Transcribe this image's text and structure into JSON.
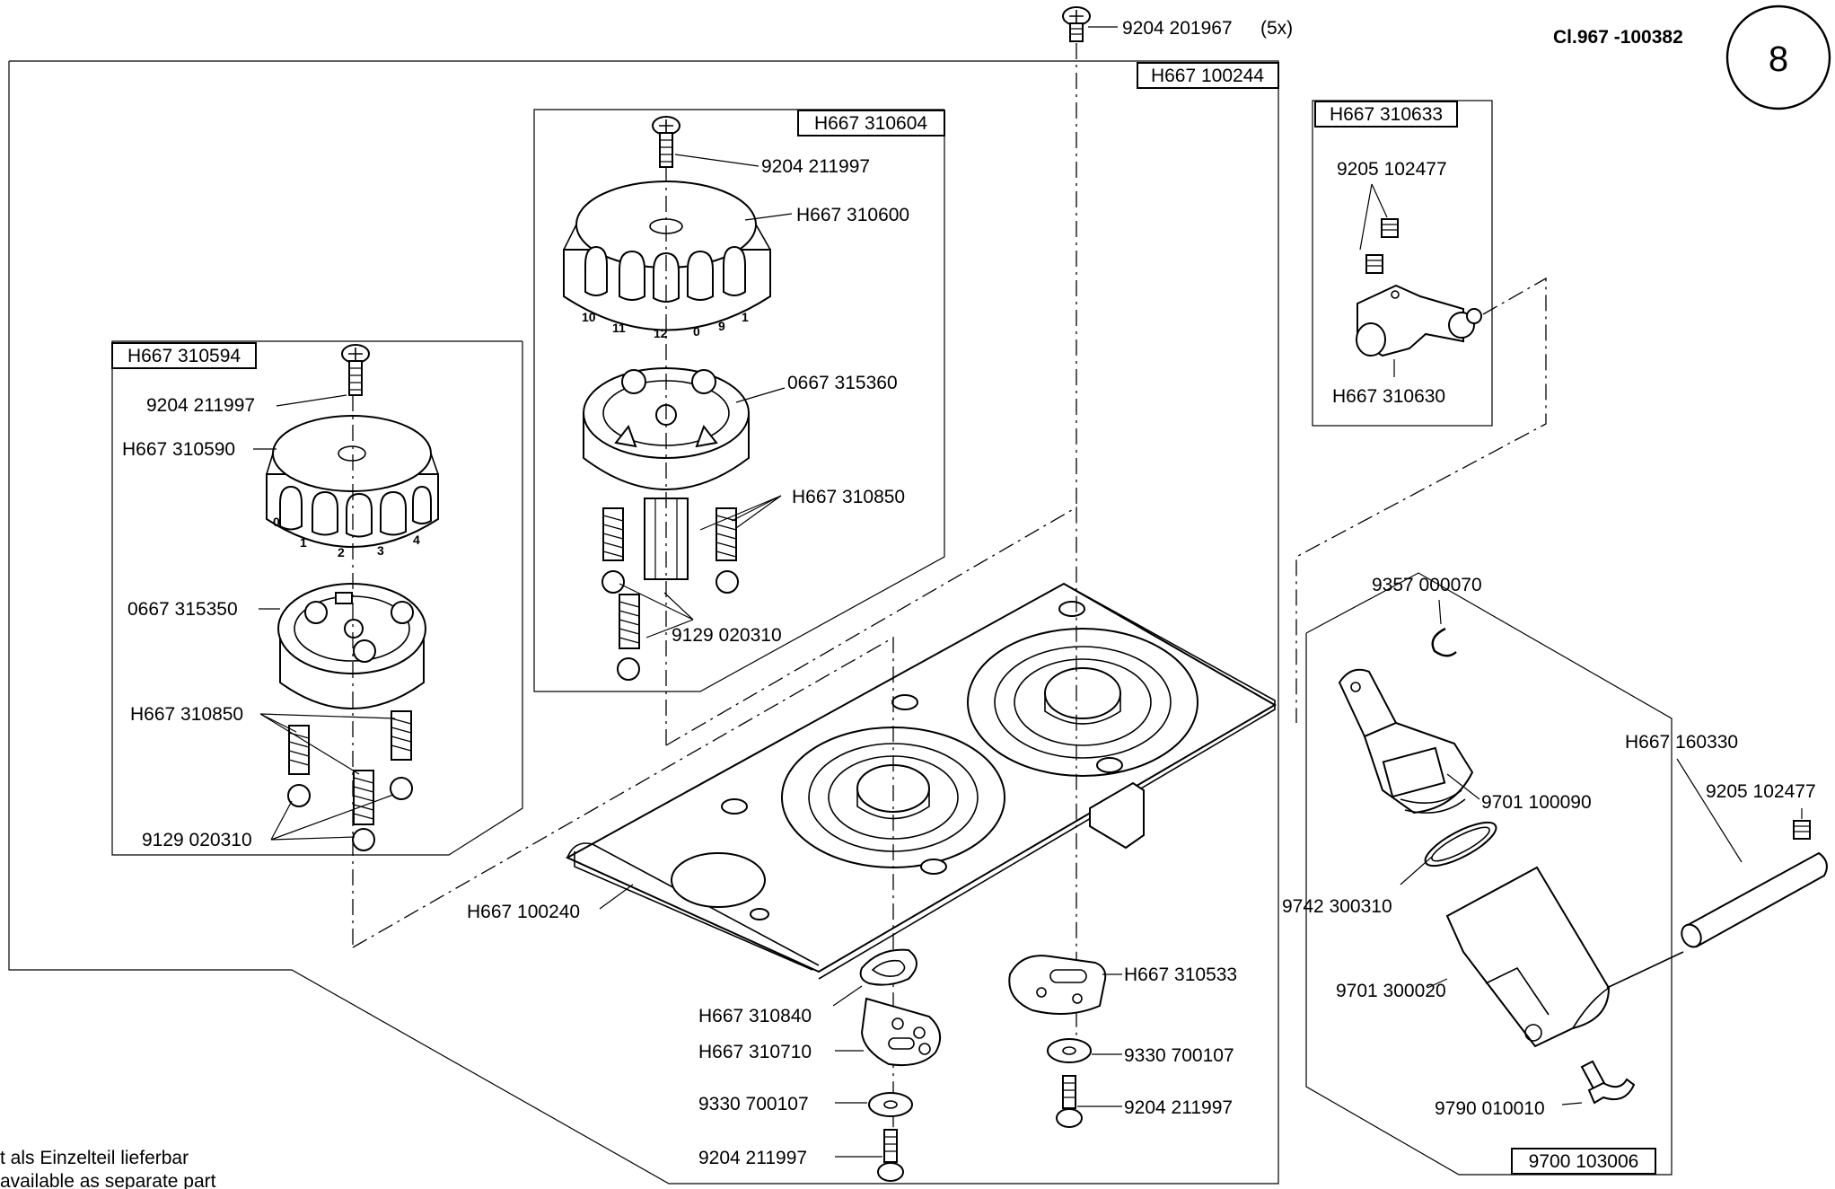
{
  "header": {
    "doc_ref": "Cl.967 -100382",
    "page_number": "8"
  },
  "boxes": {
    "main": "H667 100244",
    "knob_right": "H667 310604",
    "knob_left": "H667 310594",
    "lever": "H667 310633",
    "cylinder": "9700 103006"
  },
  "labels": {
    "screw_top": "9204 201967",
    "screw_top_qty": "(5x)",
    "screw_knob_r": "9204 211997",
    "knob_r": "H667 310600",
    "hub_r": "0667 315360",
    "spring_r": "H667 310850",
    "ball_r": "9129 020310",
    "screw_knob_l": "9204 211997",
    "knob_l": "H667 310590",
    "hub_l": "0667 315350",
    "spring_l": "H667 310850",
    "ball_l": "9129 020310",
    "setscrew_lever": "9205 102477",
    "lever": "H667 310630",
    "plate": "H667 100240",
    "circlip": "9357 000070",
    "piston": "9701 100090",
    "oring": "9742 300310",
    "cyl_body": "9701 300020",
    "fitting": "9790 010010",
    "rod": "H667 160330",
    "setscrew_rod": "9205 102477",
    "cam_r": "H667 310533",
    "washer_r": "9330 700107",
    "screw_r": "9204 211997",
    "guide": "H667 310840",
    "cam_l": "H667 310710",
    "washer_l": "9330 700107",
    "screw_l": "9204 211997"
  },
  "scale_left": [
    "0",
    "1",
    "2",
    "3",
    "4"
  ],
  "scale_right": [
    "10",
    "11",
    "12",
    "0",
    "9",
    "1"
  ],
  "footnote": {
    "line1": "t als Einzelteil lieferbar",
    "line2": "available as separate part"
  }
}
